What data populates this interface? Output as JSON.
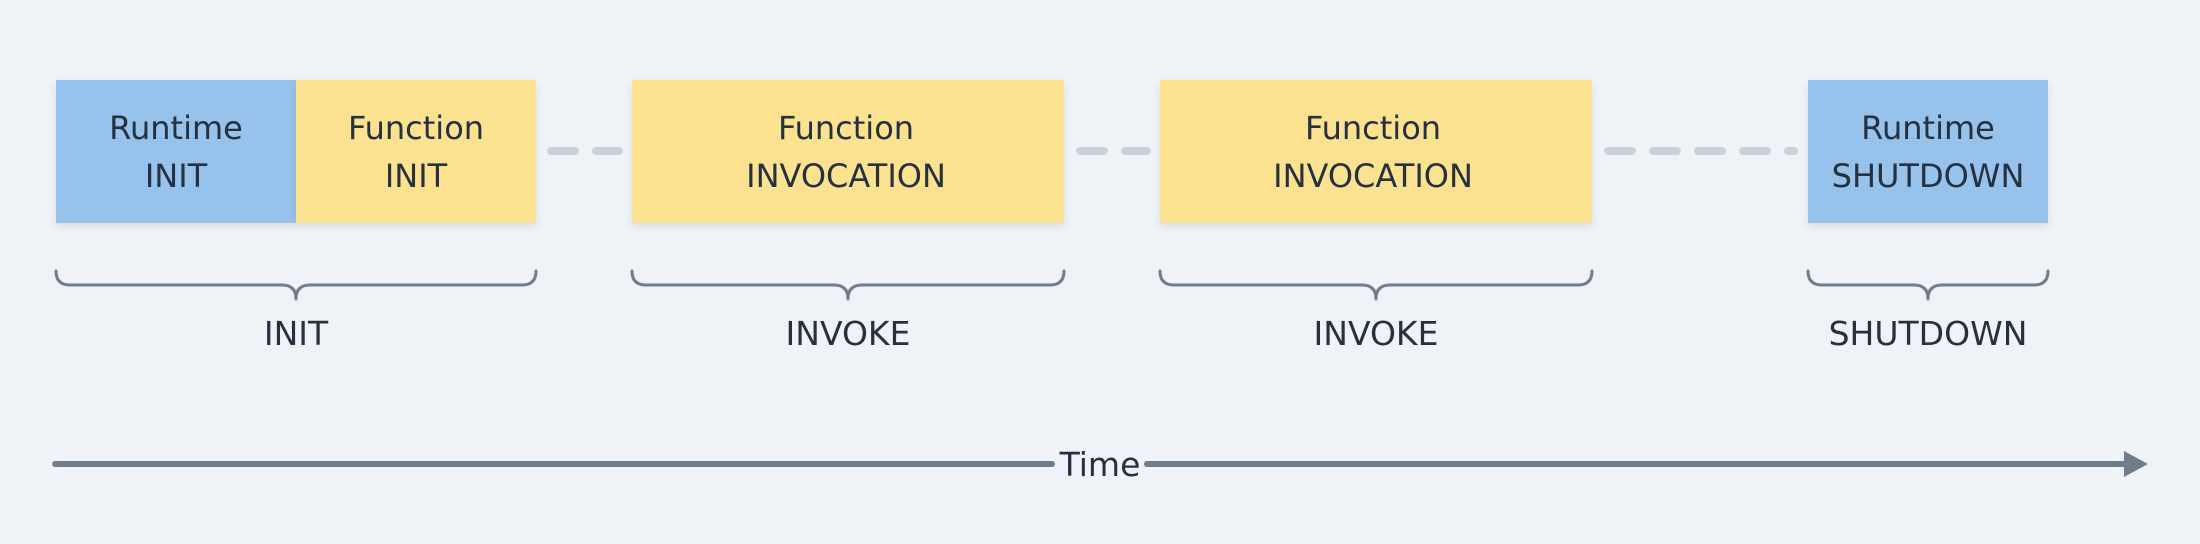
{
  "colors": {
    "background": "#eff3f7",
    "runtime_box": "#97c2ec",
    "function_box": "#fbe290",
    "text": "#26313f",
    "brace": "#6f7d8d",
    "dash": "#c8d2db",
    "timeline": "#6f7d8d"
  },
  "boxes": {
    "runtime_init": {
      "line1": "Runtime",
      "line2": "INIT"
    },
    "function_init": {
      "line1": "Function",
      "line2": "INIT"
    },
    "invocation_1": {
      "line1": "Function",
      "line2": "INVOCATION"
    },
    "invocation_2": {
      "line1": "Function",
      "line2": "INVOCATION"
    },
    "runtime_shutdown": {
      "line1": "Runtime",
      "line2": "SHUTDOWN"
    }
  },
  "phases": {
    "init": "INIT",
    "invoke_1": "INVOKE",
    "invoke_2": "INVOKE",
    "shutdown": "SHUTDOWN"
  },
  "timeline": {
    "label": "Time"
  }
}
